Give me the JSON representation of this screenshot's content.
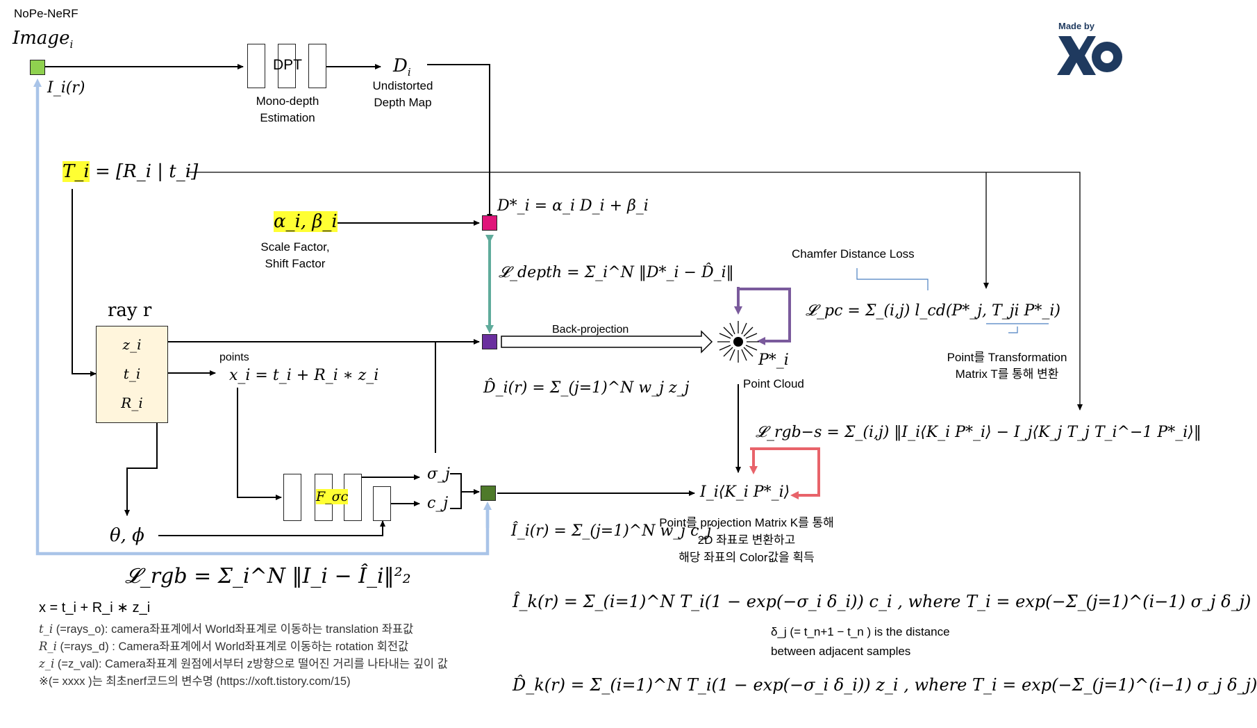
{
  "title": "NoPe-NeRF",
  "image_label": "Image",
  "image_sub": "i",
  "Ii_r": "I_i(r)",
  "dpt_label": "DPT",
  "mono_depth": [
    "Mono-depth",
    "Estimation"
  ],
  "Di_label": "D",
  "undistorted": [
    "Undistorted",
    "Depth Map"
  ],
  "Ti_eq": "= [R_i | t_i]",
  "Ti": "T_i",
  "alpha_beta": "α_i, β_i",
  "scale_shift": [
    "Scale Factor,",
    "Shift Factor"
  ],
  "Dstar_eq": "D*_i = α_i D_i + β_i",
  "L_depth": "𝓛_depth = Σ_i^N ‖D*_i − D̂_i‖",
  "chamfer": "Chamfer Distance Loss",
  "L_pc": "𝓛_pc = Σ_(i,j) l_cd(P*_j, T_ji P*_i)",
  "point_transform": [
    "Point를 Transformation",
    "Matrix T를 통해 변환"
  ],
  "ray_r": "ray r",
  "ray_items": [
    "z_i",
    "t_i",
    "R_i"
  ],
  "points_label": "points",
  "xi_eq": "x_i = t_i + R_i ∗ z_i",
  "back_projection": "Back-projection",
  "Pstar": "P*_i",
  "point_cloud": "Point Cloud",
  "Dhat_r": "D̂_i(r) = Σ_(j=1)^N w_j z_j",
  "L_rgb_s": "𝓛_rgb−s = Σ_(i,j) ‖I_i⟨K_i P*_i⟩ − I_j⟨K_j T_j T_i^−1 P*_i⟩‖",
  "F_label": "F_σc",
  "sigma_j": "σ_j",
  "c_j": "c_j",
  "theta_phi": "θ, ϕ",
  "Ihat_r": "Î_i(r) = Σ_(j=1)^N w_j c_j",
  "I_proj": "I_i⟨K_i P*_i⟩",
  "projection_note": [
    "Point를 projection Matrix K를 통해",
    "2D 좌표로 변환하고",
    "해당 좌표의 Color값을 획득"
  ],
  "L_rgb": "𝓛_rgb = Σ_i^N ‖I_i − Î_i‖²₂",
  "x_eq": "x = t_i + R_i ∗ z_i",
  "notes": [
    "(=rays_o): camera좌표계에서 World좌표계로 이동하는 translation 좌표값",
    "(=rays_d) : Camera좌표계에서 World좌표계로 이동하는 rotation 회전값",
    "(=z_val): Camera좌표계 원점에서부터 z방향으로 떨어진 거리를 나타내는 깊이 값",
    "※(= xxxx )는 최초nerf코드의 변수명 (https://xoft.tistory.com/15)"
  ],
  "note_symbols": [
    "t_i",
    "R_i",
    "z_i"
  ],
  "Ik_eq": "Î_k(r) = Σ_(i=1)^N T_i(1 − exp(−σ_i δ_i)) c_i , where T_i = exp(−Σ_(j=1)^(i−1) σ_j δ_j)",
  "delta_note": [
    "δ_j (= t_n+1 − t_n ) is the distance",
    "between adjacent samples"
  ],
  "Dk_eq": "D̂_k(r) = Σ_(i=1)^N T_i(1 − exp(−σ_i δ_i)) z_i , where T_i = exp(−Σ_(j=1)^(i−1) σ_j δ_j)",
  "logo_text": "Made by",
  "colors": {
    "green_light": "#8fd14f",
    "green_dark": "#4e7a2a",
    "magenta": "#e0157a",
    "purple": "#6a2f9e",
    "teal": "#5fab9b",
    "blue_light": "#a9c4e8",
    "purple_loop": "#7a5a9c",
    "red_loop": "#e8636a",
    "highlight": "#ffff33",
    "logo": "#1f3a5f"
  }
}
